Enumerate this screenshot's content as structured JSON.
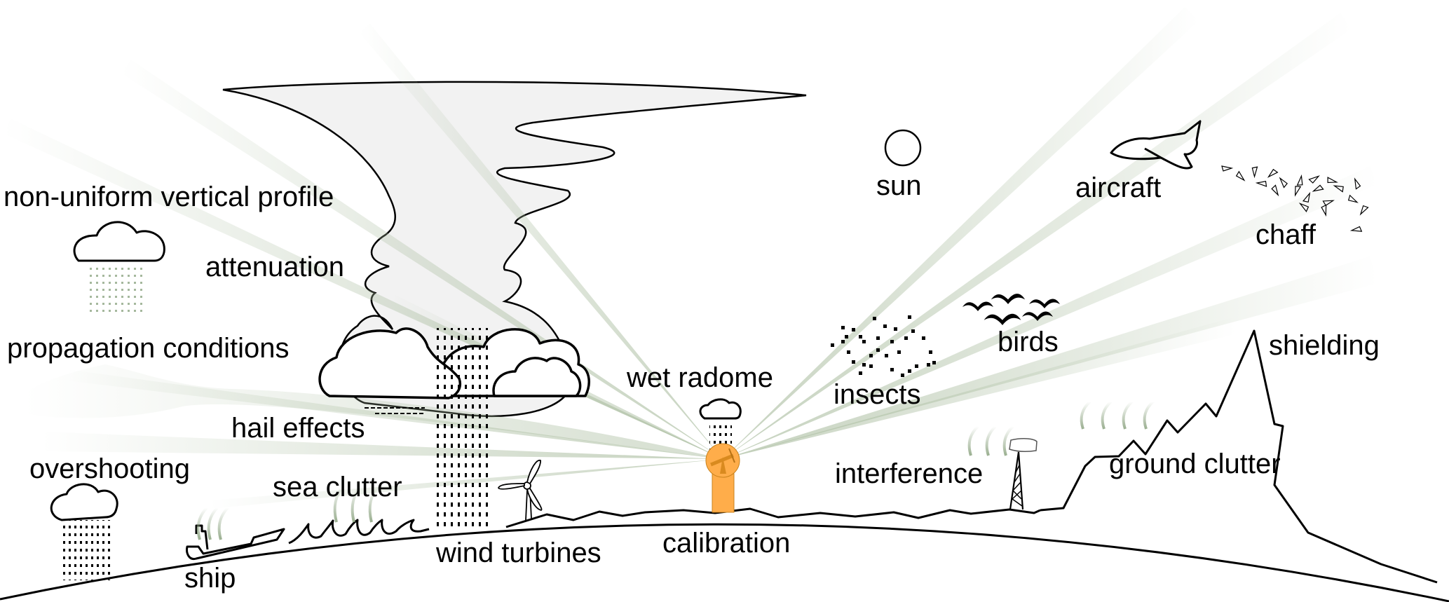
{
  "title": "Weather radar error sources",
  "colors": {
    "beam": "#a9bc9e",
    "radar": "#ffad4a",
    "radar_dark": "#d98a1f",
    "anvil_fill": "#f2f2f2",
    "outline": "#000000"
  },
  "icons": [
    "radar-tower-icon",
    "cloud-icon",
    "rain-icon",
    "sun-icon",
    "aircraft-icon",
    "chaff-icon",
    "birds-icon",
    "insects-icon",
    "transmitter-tower-icon",
    "wind-turbine-icon",
    "ship-icon",
    "wave-icon",
    "mountain-icon",
    "hail-icon"
  ],
  "labels": {
    "non_uniform": "non-uniform vertical profile",
    "attenuation": "attenuation",
    "propagation": "propagation conditions",
    "hail": "hail effects",
    "overshooting": "overshooting",
    "ship": "ship",
    "sea_clutter": "sea clutter",
    "wind_turbines": "wind turbines",
    "calibration": "calibration",
    "wet_radome": "wet radome",
    "sun": "sun",
    "aircraft": "aircraft",
    "chaff": "chaff",
    "birds": "birds",
    "insects": "insects",
    "interference": "interference",
    "shielding": "shielding",
    "ground_clutter": "ground clutter"
  }
}
